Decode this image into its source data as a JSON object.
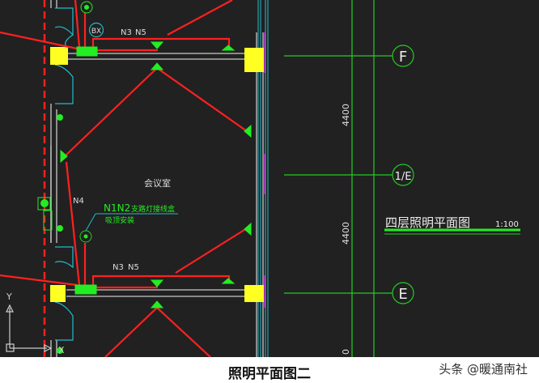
{
  "drawing": {
    "room_label": "会议室",
    "bx_label": "BX",
    "wire_labels_top": [
      "N3",
      "N5"
    ],
    "wire_labels_bottom": [
      "N3",
      "N5"
    ],
    "n4_label": "N4",
    "junction_label": "N1N2",
    "junction_note": "支路灯接线盒",
    "mount_note": "吸顶安装",
    "axes": [
      "F",
      "1/E",
      "E"
    ],
    "dimensions": [
      "4400",
      "4400",
      "0"
    ],
    "plan_title": "四层照明平面图",
    "scale": "1:100",
    "ucs_x": "X",
    "ucs_y": "Y"
  },
  "caption": "照明平面图二",
  "watermark": "头条 @暖通南社",
  "colors": {
    "background": "#212121",
    "wire": "#ff2020",
    "fixture": "#22ee22",
    "axis": "#22cc22",
    "wall": "#c8c8c8",
    "column": "#ffff22",
    "door": "#22bbcc"
  }
}
